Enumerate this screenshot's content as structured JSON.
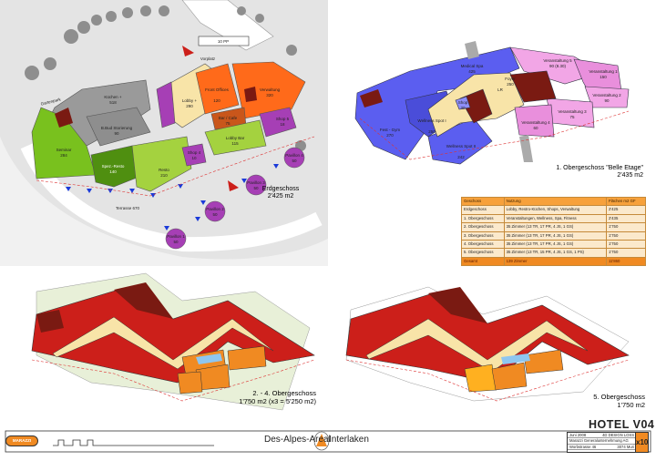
{
  "ground_floor": {
    "parking_label": "10 PP",
    "forecourt_label": "Vorplatz",
    "garden_label": "Gartenpark",
    "terrace_label": "Terrasse 670",
    "floor_title": "Erdgeschoss",
    "floor_area": "2'425 m2",
    "rooms": [
      {
        "name": "Küchen +",
        "area": "518"
      },
      {
        "name": "B.Bud Storierung",
        "area": "90"
      },
      {
        "name": "Seminar",
        "area": "284"
      },
      {
        "name": "Spez.-Resto",
        "area": "140"
      },
      {
        "name": "Resto",
        "area": "210"
      },
      {
        "name": "Lobby +",
        "area": "290"
      },
      {
        "name": "Front Offices",
        "area": "120"
      },
      {
        "name": "Verwaltung",
        "area": "320"
      },
      {
        "name": "Bar / Cafe",
        "area": "75"
      },
      {
        "name": "Lobby Bar",
        "area": "115"
      },
      {
        "name": "Shop 4",
        "area": "10"
      },
      {
        "name": "Shop 5",
        "area": "18"
      },
      {
        "name": "Pavillon 1",
        "area": "50"
      },
      {
        "name": "Pavillon 2",
        "area": "50"
      },
      {
        "name": "Pavillon 3",
        "area": "50"
      },
      {
        "name": "Pavillon 4",
        "area": "50"
      }
    ]
  },
  "first_floor": {
    "title": "1. Obergeschoss \"Belle Etage\"",
    "area": "2'435 m2",
    "rooms": [
      {
        "name": "Medical Spa",
        "area": "425"
      },
      {
        "name": "Fest - Gym",
        "area": "270"
      },
      {
        "name": "Wellness Spot I",
        "area": "250"
      },
      {
        "name": "Wellness Spot II",
        "area": "242"
      },
      {
        "name": "Shop",
        "area": "30"
      },
      {
        "name": "LR",
        "area": ""
      },
      {
        "name": "Foyer",
        "area": "250"
      },
      {
        "name": "Veranstaltung 5",
        "area": "90 (8.30)"
      },
      {
        "name": "Veranstaltung 1",
        "area": "150"
      },
      {
        "name": "Veranstaltung 2",
        "area": "90"
      },
      {
        "name": "Veranstaltung 3",
        "area": "75"
      },
      {
        "name": "Veranstaltung 4",
        "area": "60"
      }
    ]
  },
  "table": {
    "headers": [
      "Geschoss",
      "Nutzung",
      "Flächen m2 GF"
    ],
    "rows": [
      [
        "Erdgeschoss",
        "Lobby, Restro-Küchen, Shops, Verwaltung",
        "2'425"
      ],
      [
        "1. Obergeschoss",
        "Veranstaltungen, Wellness, Spa, Fitness",
        "2'435"
      ],
      [
        "2. Obergeschoss",
        "35 Zimmer (13 TR, 17 PR, 4 JS, 1 GS)",
        "1'750"
      ],
      [
        "3. Obergeschoss",
        "35 Zimmer (13 TR, 17 PR, 4 JS, 1 GS)",
        "1'750"
      ],
      [
        "4. Obergeschoss",
        "35 Zimmer (13 TR, 17 PR, 4 JS, 1 GS)",
        "1'750"
      ],
      [
        "5. Obergeschoss",
        "35 Zimmer (13 TR, 15 PR, 4 JS, 1 GS, 1 PS)",
        "1'750"
      ]
    ],
    "total": [
      "Gesamt",
      "139 Zimmer",
      "11'860"
    ]
  },
  "upper_floors_2_4": {
    "title": "2. - 4. Obergeschoss",
    "area": "1'750 m2 (x3 = 5'250 m2)"
  },
  "fifth_floor": {
    "title": "5. Obergeschoss",
    "area": "1'750 m2"
  },
  "footer": {
    "logo_text": "MARAZZI",
    "project": "Des-Alpes-Areal",
    "place": "Interlaken",
    "heading": "HOTEL V04",
    "titleblock": [
      {
        "left": "Juni 2008",
        "right": "4D DESIGN LOSS"
      },
      {
        "left": "Marazzi Generalunternehmung AG",
        "right": ""
      },
      {
        "left": "Worbstrasse 46",
        "right": "3074 Muri"
      }
    ],
    "sheet_code": "x10"
  },
  "colors": {
    "room_red": "#cc1f1a",
    "room_dark": "#7a1a12",
    "suite_orange": "#f08a22",
    "corridor": "#f8e4a8",
    "spa_blue": "#5b5ef0",
    "event_pink": "#f2a6e6",
    "resto_green": "#79c11e",
    "kitchen_gray": "#9a9a9a",
    "office_orange": "#ff6a1a",
    "pavilion_purple": "#a63fb5"
  }
}
